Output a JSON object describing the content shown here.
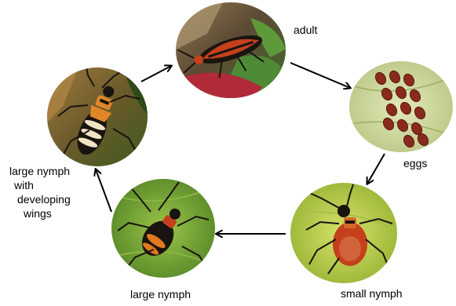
{
  "stages": {
    "adult": {
      "label": "adult"
    },
    "eggs": {
      "label": "eggs"
    },
    "small_nymph": {
      "label": "small nymph"
    },
    "large_nymph": {
      "label": "large nymph"
    },
    "large_nymph_wings": {
      "label_lines": [
        "large nymph",
        "with",
        "developing",
        "wings"
      ]
    }
  },
  "colors": {
    "bug_red": "#c4401c",
    "bug_black": "#1a1410",
    "egg": "#8a2a1c",
    "leaf_green": "#6f9e2c",
    "arrow": "#000000"
  }
}
